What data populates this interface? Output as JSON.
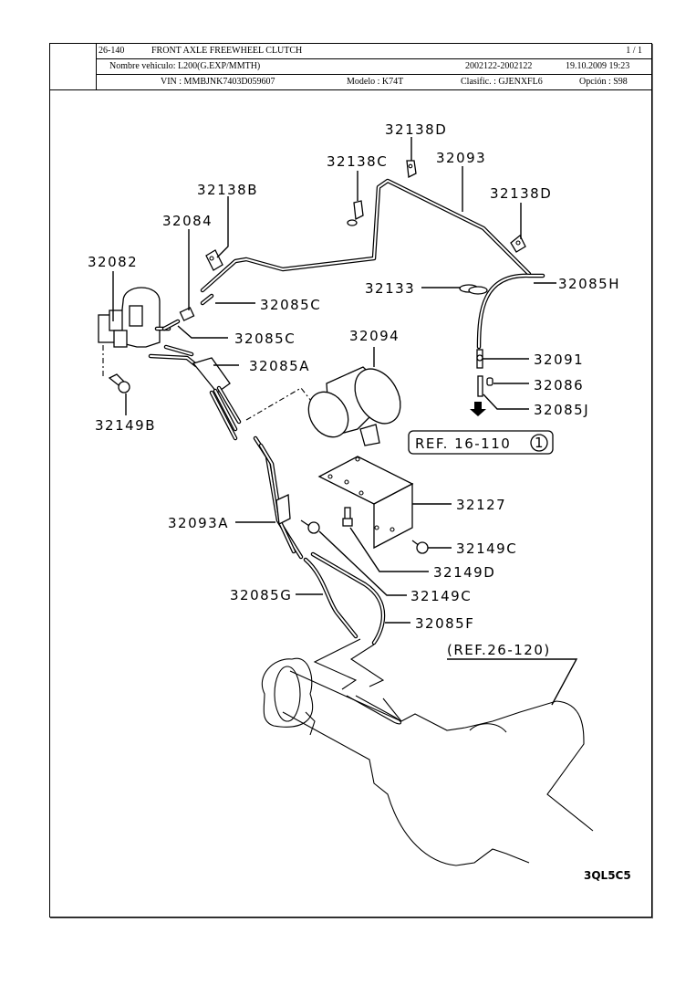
{
  "header": {
    "section_code": "26-140",
    "title": "FRONT AXLE FREEWHEEL CLUTCH",
    "page": "1 / 1",
    "vehicle_name": "Nombre vehiculo: L200(G.EXP/MMTH)",
    "date_range": "2002122-2002122",
    "timestamp": "19.10.2009  19:23",
    "vin": "VIN : MMBJNK7403D059607",
    "model": "Modelo : K74T",
    "classification": "Clasific. : GJENXFL6",
    "option": "Opción : S98"
  },
  "diagram": {
    "callouts": {
      "p32138D_top": "32138D",
      "p32138C": "32138C",
      "p32093": "32093",
      "p32138B": "32138B",
      "p32138D_right": "32138D",
      "p32084": "32084",
      "p32082": "32082",
      "p32133": "32133",
      "p32085H": "32085H",
      "p32085C_1": "32085C",
      "p32085C_2": "32085C",
      "p32094": "32094",
      "p32091": "32091",
      "p32085A": "32085A",
      "p32086": "32086",
      "p32085J": "32085J",
      "p32149B": "32149B",
      "p32127": "32127",
      "p32093A": "32093A",
      "p32149C_1": "32149C",
      "p32149D": "32149D",
      "p32085G": "32085G",
      "p32149C_2": "32149C",
      "p32085F": "32085F"
    },
    "references": {
      "ref_16_110": "REF. 16-110",
      "ref_16_110_circle": "1",
      "ref_26_120": "(REF.26-120)"
    },
    "drawing_code": "3QL5C5"
  }
}
